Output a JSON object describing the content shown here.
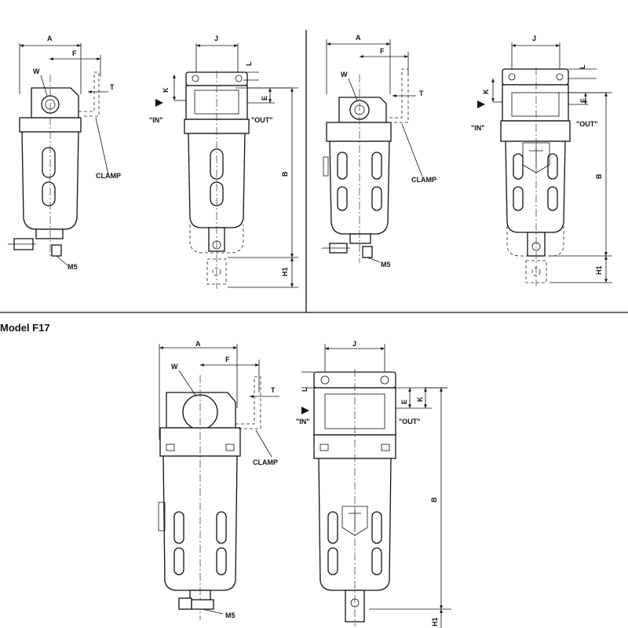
{
  "section_title": "Model  F17",
  "labels": {
    "A": "A",
    "F": "F",
    "W": "W",
    "T": "T",
    "J": "J",
    "L": "L",
    "K": "K",
    "E": "E",
    "B": "B",
    "H1": "H1",
    "in": "\"IN\"",
    "out": "\"OUT\"",
    "clamp": "CLAMP",
    "m5": "M5"
  }
}
